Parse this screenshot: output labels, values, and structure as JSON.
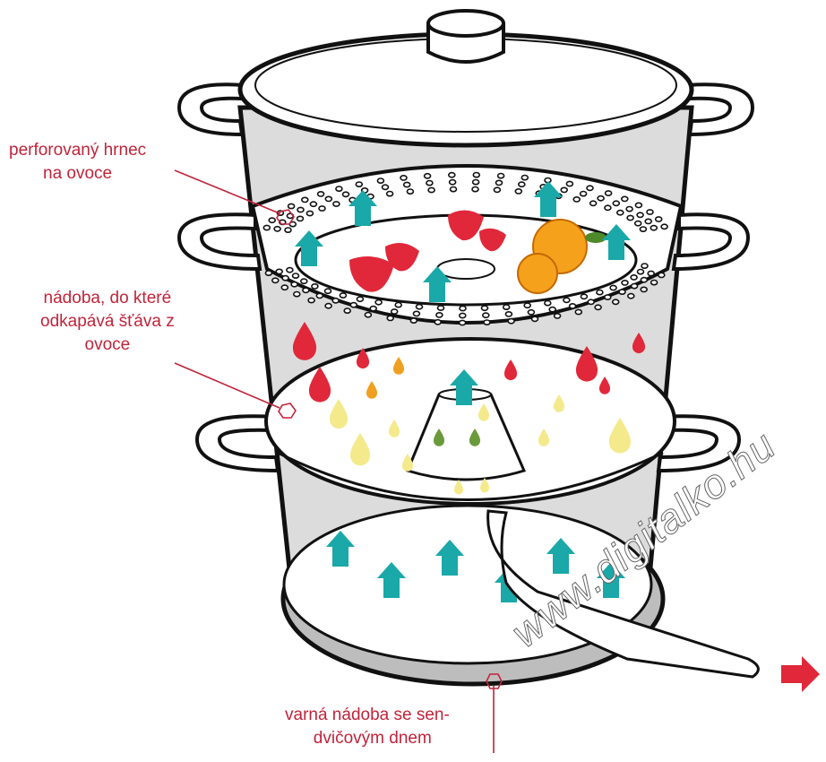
{
  "labels": {
    "perforated_pot": [
      "perforovaný hrnec",
      "na ovoce"
    ],
    "juice_container": [
      "nádoba, do které",
      "odkapává šťáva z",
      "ovoce"
    ],
    "boiling_pot": [
      "varná nádoba se sen-",
      "dvičovým dnem"
    ]
  },
  "watermark": "www.digitalko.hu",
  "colors": {
    "label": "#c0243a",
    "steam_arrow": "#1aa8a8",
    "juice_red": "#e0283a",
    "juice_yellow": "#f4ea8c",
    "juice_orange": "#f0a020",
    "outflow_arrow": "#e0283a",
    "pot_wall": "#d8d8d8"
  }
}
